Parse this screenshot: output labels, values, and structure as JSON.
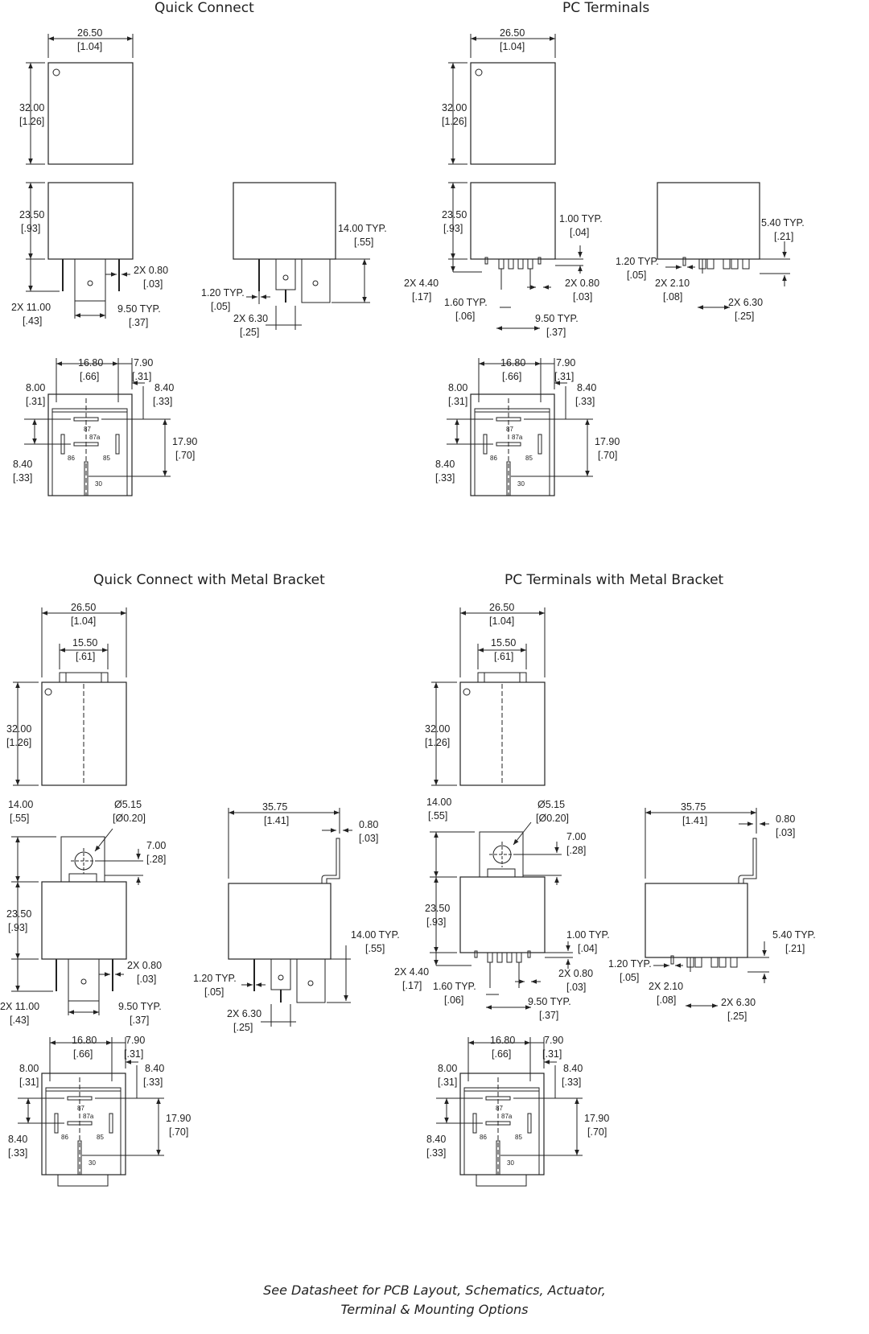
{
  "titles": {
    "qc": "Quick Connect",
    "pc": "PC Terminals",
    "qcb": "Quick Connect with Metal Bracket",
    "pcb": "PC Terminals with Metal Bracket"
  },
  "dims": {
    "w26_50": "26.50",
    "w26_50_in": "[1.04]",
    "h32_00": "32.00",
    "h32_00_in": "[1.26]",
    "h23_50": "23.50",
    "h23_50_in": "[.93]",
    "t0_80": "2X 0.80",
    "t0_80_in": "[.03]",
    "t11_00": "2X 11.00",
    "t11_00_in": "[.43]",
    "t9_50": "9.50 TYP.",
    "t9_50_in": "[.37]",
    "t14_00": "14.00 TYP.",
    "t14_00_in": "[.55]",
    "t1_20": "1.20 TYP.",
    "t1_20_in": "[.05]",
    "t6_30": "2X 6.30",
    "t6_30_in": "[.25]",
    "t1_00": "1.00 TYP.",
    "t1_00_in": "[.04]",
    "t4_40": "2X 4.40",
    "t4_40_in": "[.17]",
    "t1_60": "1.60 TYP.",
    "t1_60_in": "[.06]",
    "t5_40": "5.40 TYP.",
    "t5_40_in": "[.21]",
    "t2_10": "2X 2.10",
    "t2_10_in": "[.08]",
    "f16_80": "16.80",
    "f16_80_in": "[.66]",
    "f7_90": "7.90",
    "f7_90_in": "[.31]",
    "f8_00": "8.00",
    "f8_00_in": "[.31]",
    "f8_40": "8.40",
    "f8_40_in": "[.33]",
    "f17_90": "17.90",
    "f17_90_in": "[.70]",
    "b15_50": "15.50",
    "b15_50_in": "[.61]",
    "b14_00": "14.00",
    "b14_00_in": "[.55]",
    "b5_15": "Ø5.15",
    "b5_15_in": "[Ø0.20]",
    "b7_00": "7.00",
    "b7_00_in": "[.28]",
    "b35_75": "35.75",
    "b35_75_in": "[1.41]",
    "b0_80": "0.80",
    "b0_80_in": "[.03]"
  },
  "pins": {
    "p87": "87",
    "p87a": "87a",
    "p86": "86",
    "p85": "85",
    "p30": "30"
  },
  "footer": {
    "line1": "See Datasheet for PCB Layout, Schematics, Actuator,",
    "line2": "Terminal & Mounting Options"
  }
}
